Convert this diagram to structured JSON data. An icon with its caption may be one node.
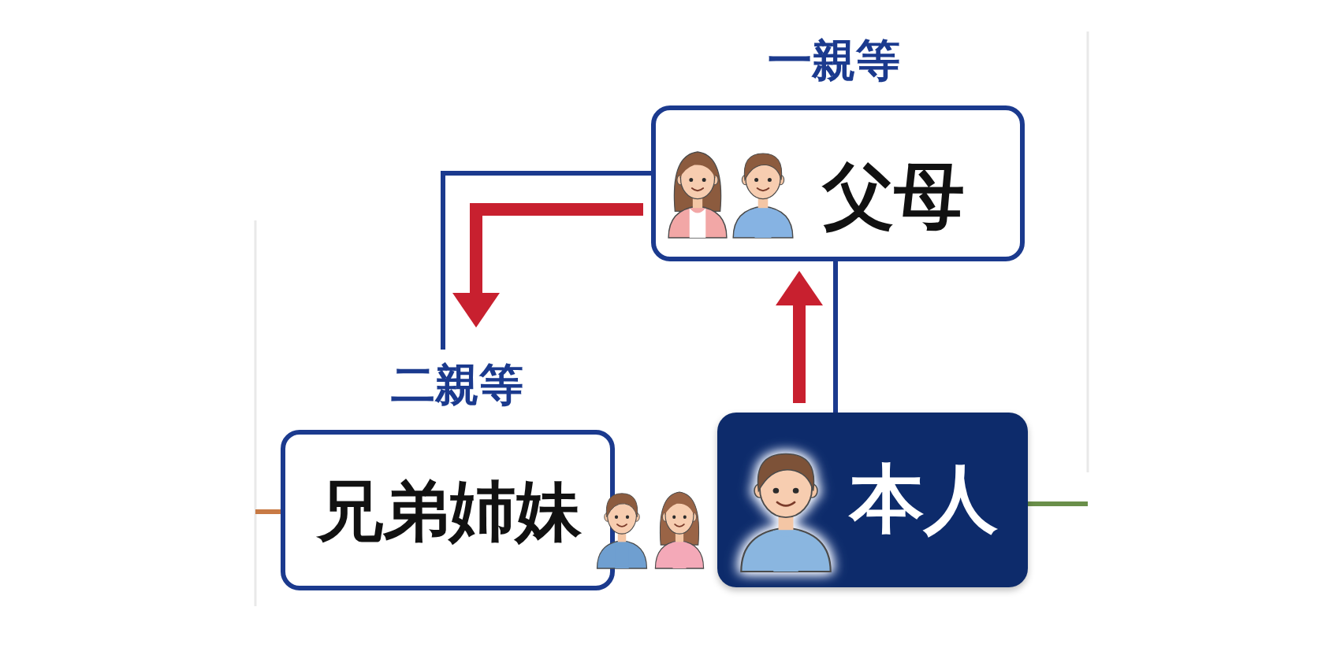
{
  "diagram": {
    "nodes": [
      {
        "text": [
          "一親等",
          "父母"
        ]
      },
      {
        "text": [
          "二親等",
          "兄弟姉妹"
        ]
      },
      {
        "text": [
          "本人"
        ]
      }
    ],
    "edges": [
      {
        "from": 0,
        "to": 1,
        "arrow": "none",
        "color": "#1b3a8e"
      },
      {
        "from": 0,
        "to": 1,
        "arrow": "to",
        "style": "thick",
        "color": "#c8202f"
      },
      {
        "from": 2,
        "to": 0,
        "arrow": "none",
        "color": "#1b3a8e"
      },
      {
        "from": 2,
        "to": 0,
        "arrow": "to",
        "style": "thick",
        "color": "#c8202f"
      },
      {
        "from": null,
        "to": 1,
        "arrow": "none",
        "color": "#c87a45"
      },
      {
        "from": 2,
        "to": null,
        "arrow": "none",
        "color": "#6a8f4a"
      }
    ]
  }
}
